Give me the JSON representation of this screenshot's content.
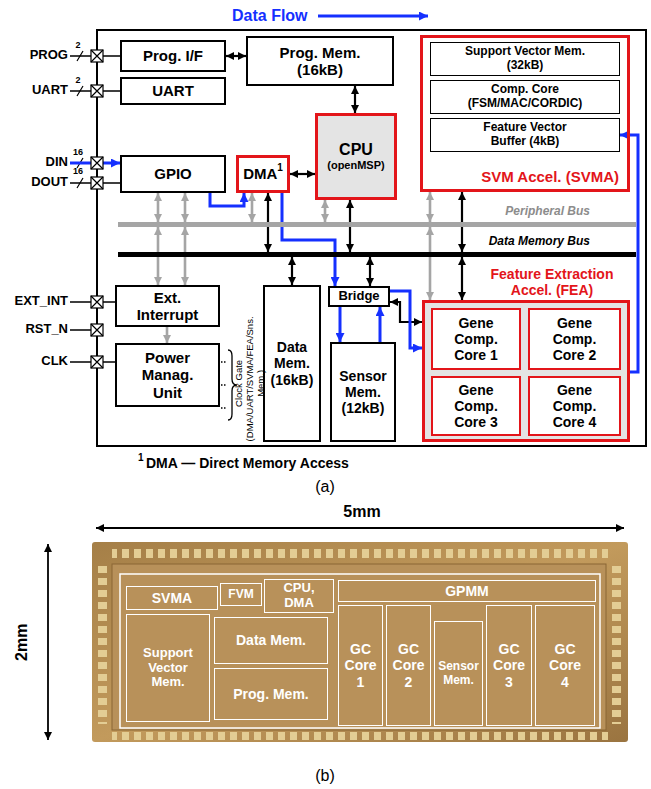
{
  "diagram": {
    "nodes": [
      {
        "text": [
          "Prog. I/F"
        ]
      },
      {
        "text": [
          "Prog. Mem. (16kB)"
        ]
      },
      {
        "text": [
          "SVM Accel. (SVMA)"
        ]
      },
      {
        "text": [
          "Support Vector Mem. (32kB)"
        ],
        "in": 2
      },
      {
        "text": [
          "Comp. Core (FSM/MAC/CORDIC)"
        ],
        "in": 2
      },
      {
        "text": [
          "Feature Vector Buffer (4kB)"
        ],
        "in": 2
      },
      {
        "text": [
          "UART"
        ]
      },
      {
        "text": [
          "CPU",
          "(openMSP)"
        ]
      },
      {
        "text": [
          "GPIO"
        ]
      },
      {
        "text": [
          "DMA",
          "1"
        ]
      },
      {
        "text": [
          "Peripheral Bus"
        ]
      },
      {
        "text": [
          "Data Memory Bus"
        ]
      },
      {
        "text": [
          "Feature Extraction Accel. (FEA)"
        ]
      },
      {
        "text": [
          "Gene Comp. Core 1"
        ],
        "in": 12
      },
      {
        "text": [
          "Gene Comp. Core 2"
        ],
        "in": 12
      },
      {
        "text": [
          "Gene Comp. Core 3"
        ],
        "in": 12
      },
      {
        "text": [
          "Gene Comp. Core 4"
        ],
        "in": 12
      },
      {
        "text": [
          "Ext. Interrupt"
        ]
      },
      {
        "text": [
          "Bridge"
        ]
      },
      {
        "text": [
          "Data Mem. (16kB)"
        ]
      },
      {
        "text": [
          "Sensor Mem. (12kB)"
        ]
      },
      {
        "text": [
          "Power Manag. Unit"
        ]
      },
      {
        "text": [
          "SVMA"
        ]
      },
      {
        "text": [
          "FVM"
        ]
      },
      {
        "text": [
          "CPU, DMA"
        ]
      },
      {
        "text": [
          "GPMM"
        ]
      },
      {
        "text": [
          "Support Vector Mem."
        ]
      },
      {
        "text": [
          "Data Mem."
        ]
      },
      {
        "text": [
          "Prog. Mem."
        ]
      },
      {
        "text": [
          "GC Core 1"
        ]
      },
      {
        "text": [
          "GC Core 2"
        ]
      },
      {
        "text": [
          "Sensor Mem."
        ]
      },
      {
        "text": [
          "GC Core 3"
        ]
      },
      {
        "text": [
          "GC Core 4"
        ]
      }
    ],
    "edges": [
      {
        "from": 0,
        "to": 1,
        "arrow": "both"
      },
      {
        "from": 1,
        "to": 7,
        "arrow": "both"
      },
      {
        "from": 8,
        "to": 10,
        "arrow": "both"
      },
      {
        "from": 8,
        "to": 10,
        "arrow": "both"
      },
      {
        "from": 9,
        "to": 10,
        "arrow": "both"
      },
      {
        "from": 9,
        "to": 11,
        "arrow": "both"
      },
      {
        "from": 9,
        "to": 7,
        "arrow": "both"
      },
      {
        "from": 7,
        "to": 10,
        "arrow": "both"
      },
      {
        "from": 7,
        "to": 11,
        "arrow": "both"
      },
      {
        "from": 2,
        "to": 10,
        "arrow": "both"
      },
      {
        "from": 2,
        "to": 11,
        "arrow": "both"
      },
      {
        "from": 12,
        "to": 10,
        "arrow": "both"
      },
      {
        "from": 12,
        "to": 11,
        "arrow": "both"
      },
      {
        "from": 17,
        "to": 10,
        "arrow": "both"
      },
      {
        "from": 17,
        "to": 10,
        "arrow": "both"
      },
      {
        "from": 17,
        "to": 21,
        "arrow": "to"
      },
      {
        "from": 19,
        "to": 11,
        "arrow": "both"
      },
      {
        "from": 18,
        "to": 11,
        "arrow": "both"
      },
      {
        "from": 18,
        "to": 20,
        "arrow": "to"
      },
      {
        "from": 20,
        "to": 18,
        "arrow": "to"
      },
      {
        "from": 18,
        "to": 12,
        "arrow": "both"
      },
      {
        "from": 18,
        "to": 12,
        "arrow": "to"
      },
      {
        "from": 12,
        "to": 5,
        "arrow": "to"
      },
      {
        "from": 8,
        "to": 9,
        "arrow": "to"
      },
      {
        "from": 9,
        "to": 18,
        "arrow": "to"
      }
    ],
    "labels": [
      "PROG",
      "2",
      "UART",
      "2",
      "DIN",
      "16",
      "DOUT",
      "16",
      "EXT_INT",
      "RST_N",
      "CLK",
      "Clock Gate (DMA/UART/SVMA/FEA/Sns. Mem.)",
      "1",
      "DMA — Direct Memory Access",
      "(a)",
      "5mm",
      "2mm",
      "(b)"
    ],
    "legend": [
      {
        "text": "Data Flow"
      }
    ]
  }
}
